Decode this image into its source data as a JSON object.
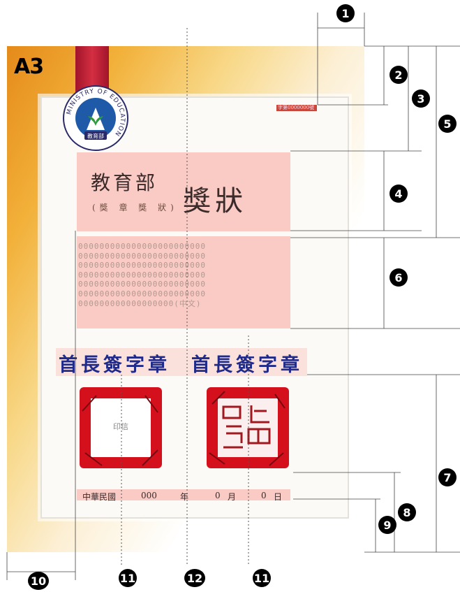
{
  "size_tag": "A3",
  "emblem": {
    "ring_text": "MINISTRY OF EDUCATION",
    "center_text": "教育部"
  },
  "serial_mark": "字第0000000號",
  "title": {
    "org": "教育部",
    "sub": "(獎 章 獎 狀)",
    "award": "獎狀"
  },
  "body_rows": [
    "000000000000000000000000",
    "000000000000000000000000",
    "000000000000000000000000",
    "000000000000000000000000",
    "000000000000000000000000",
    "000000000000000000000000",
    "000000000000000000(中文)"
  ],
  "signatures": [
    "首長簽字章",
    "首長簽字章"
  ],
  "seal_left_label": "印信",
  "date": {
    "era": "中華民國",
    "year": "000",
    "year_unit": "年",
    "month": "0",
    "month_unit": "月",
    "day": "0",
    "day_unit": "日"
  },
  "callouts": [
    "1",
    "2",
    "3",
    "4",
    "5",
    "6",
    "7",
    "8",
    "9",
    "10",
    "11",
    "11",
    "12"
  ],
  "colors": {
    "highlight": "#f8c4bd",
    "signature": "#1f2a8a",
    "seal_red": "#d4101c",
    "ribbon": "#c8283c"
  }
}
